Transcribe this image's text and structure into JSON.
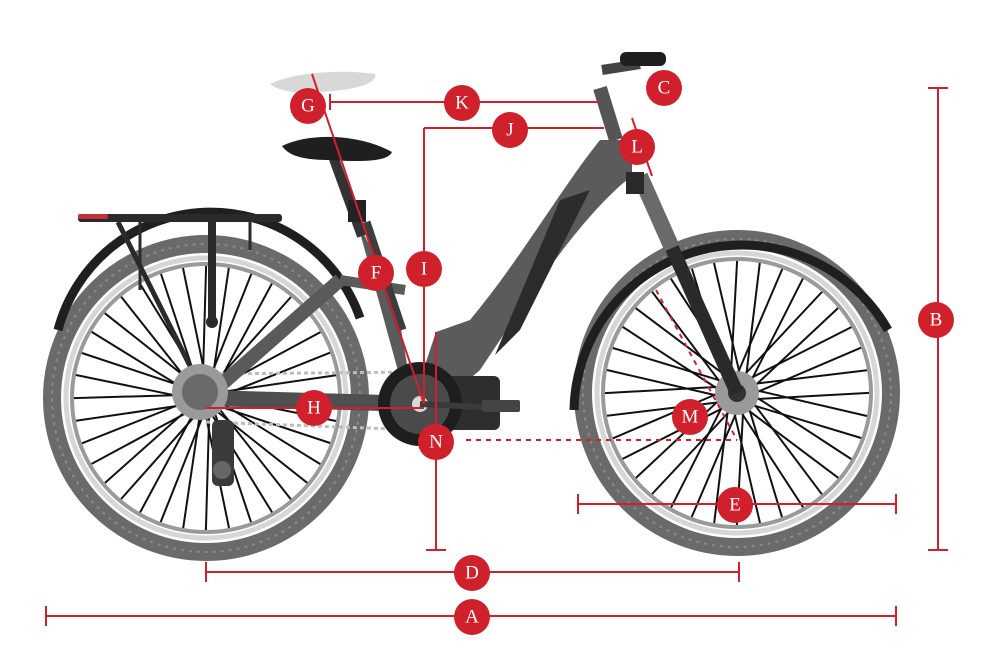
{
  "colors": {
    "accent": "#d0202c",
    "frame": "#5a5a5a",
    "frame_dark": "#3a3a3a",
    "tire": "#5e5e5e",
    "spoke": "#111111",
    "saddle_ghost": "#d8d8d8"
  },
  "labels": {
    "A": "A",
    "B": "B",
    "C": "C",
    "D": "D",
    "E": "E",
    "F": "F",
    "G": "G",
    "H": "H",
    "I": "I",
    "J": "J",
    "K": "K",
    "L": "L",
    "M": "M",
    "N": "N"
  }
}
